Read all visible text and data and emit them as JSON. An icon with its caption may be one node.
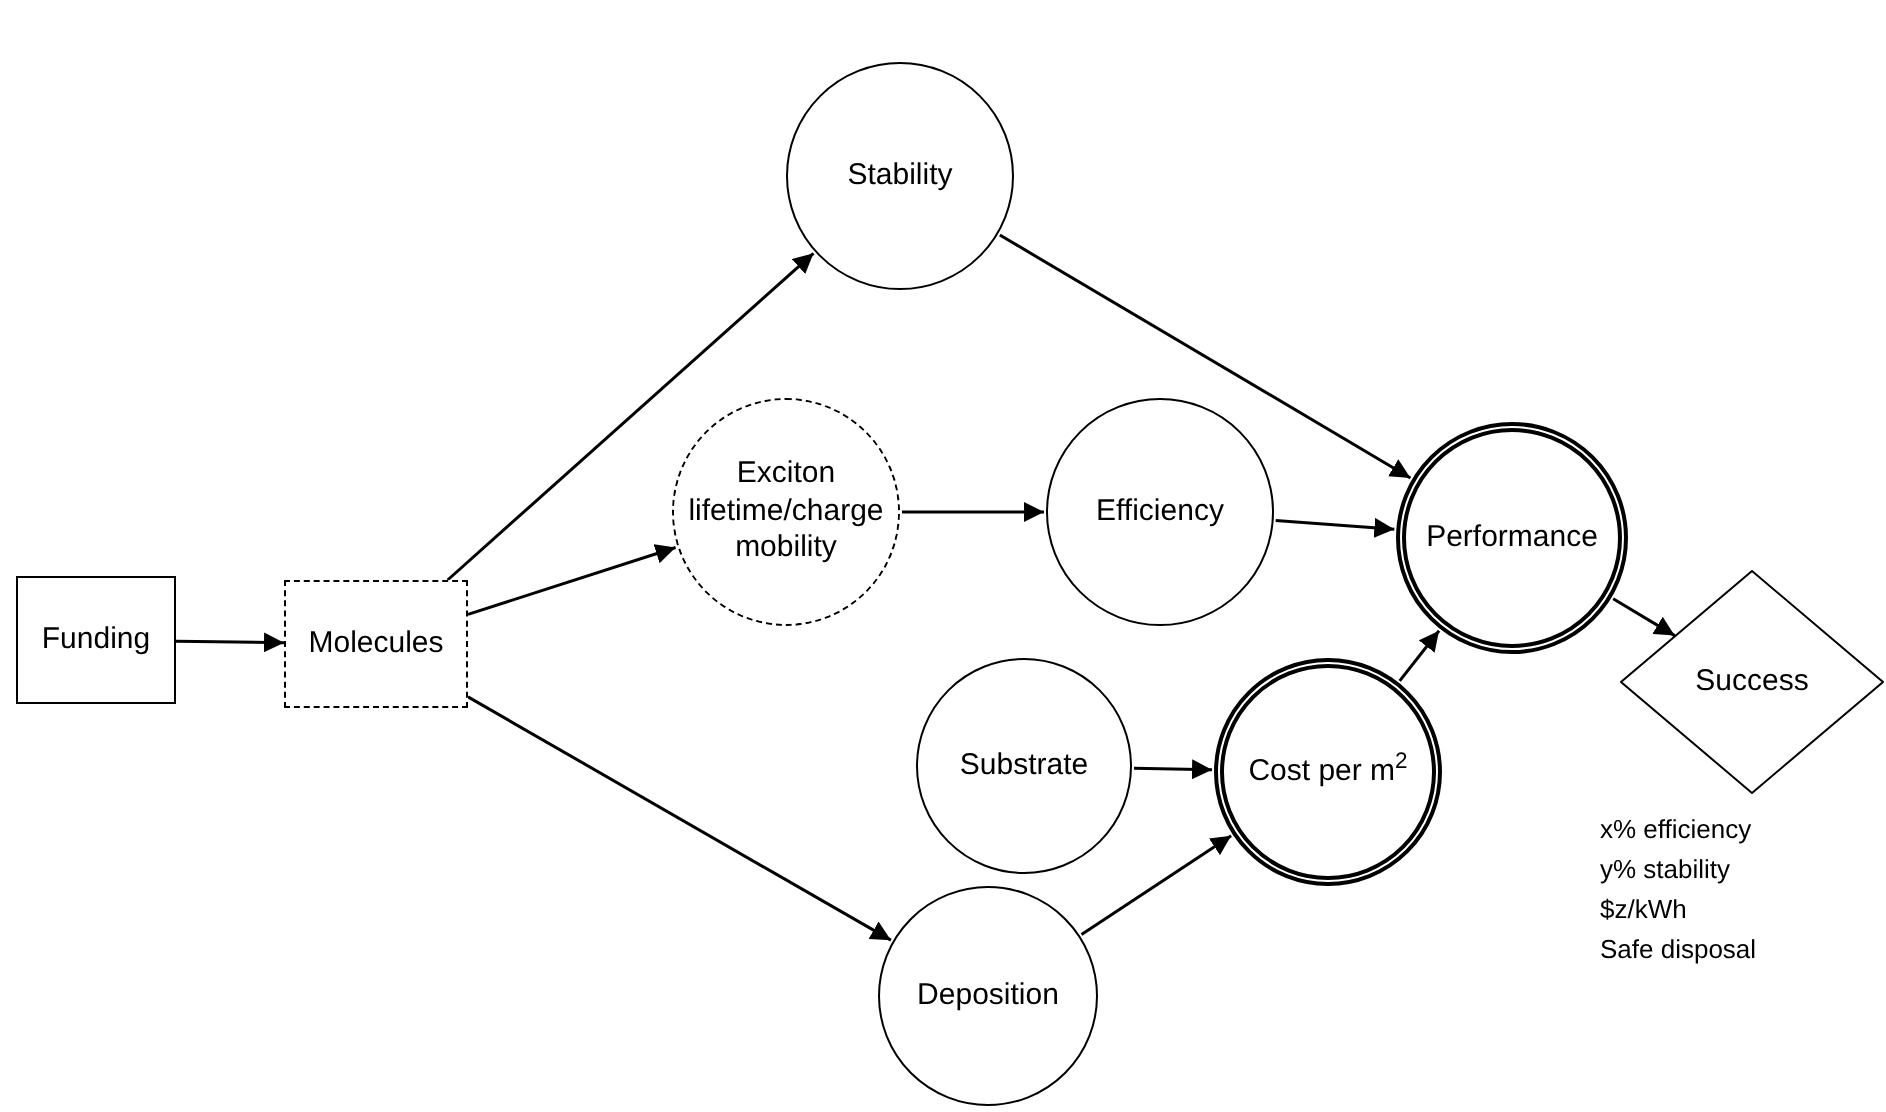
{
  "diagram": {
    "nodes": [
      {
        "text": [
          "Funding"
        ]
      },
      {
        "text": [
          "Molecules"
        ]
      },
      {
        "text": [
          "Stability"
        ]
      },
      {
        "text": [
          "Exciton lifetime/charge mobility"
        ]
      },
      {
        "text": [
          "Efficiency"
        ]
      },
      {
        "text": [
          "Performance"
        ]
      },
      {
        "text": [
          "Substrate"
        ]
      },
      {
        "text": [
          "Cost per m$^{2}$"
        ]
      },
      {
        "text": [
          "Success"
        ],
        "beside": [
          "x% efficiency",
          "y% stability",
          "$z/kWh",
          "Safe disposal"
        ]
      },
      {
        "text": [
          "Deposition"
        ]
      }
    ],
    "edges": [
      {
        "from": 0,
        "to": 1,
        "arrow": "to"
      },
      {
        "from": 1,
        "to": 2,
        "arrow": "to"
      },
      {
        "from": 1,
        "to": 3,
        "arrow": "to"
      },
      {
        "from": 1,
        "to": 9,
        "arrow": "to"
      },
      {
        "from": 3,
        "to": 4,
        "arrow": "to"
      },
      {
        "from": 2,
        "to": 5,
        "arrow": "to"
      },
      {
        "from": 4,
        "to": 5,
        "arrow": "to"
      },
      {
        "from": 6,
        "to": 7,
        "arrow": "to"
      },
      {
        "from": 9,
        "to": 7,
        "arrow": "to"
      },
      {
        "from": 7,
        "to": 5,
        "arrow": "to"
      },
      {
        "from": 5,
        "to": 8,
        "arrow": "to"
      }
    ]
  }
}
